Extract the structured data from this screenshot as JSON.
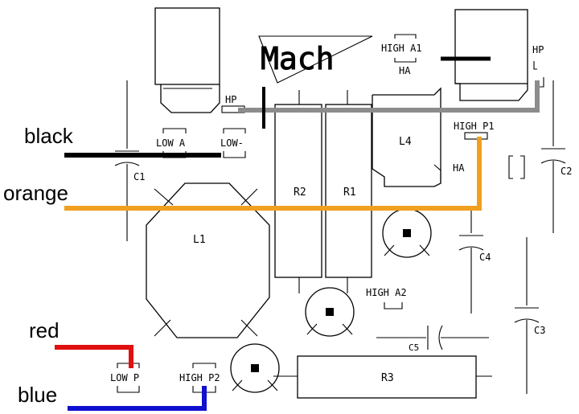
{
  "wires": {
    "black": "black",
    "orange": "orange",
    "red": "red",
    "blue": "blue"
  },
  "wire_colors": {
    "black": "#000000",
    "orange": "#f0a020",
    "red": "#e01010",
    "blue": "#1010d0",
    "gray": "#8c8c8c"
  },
  "components": {
    "L1": "L1",
    "L4": "L4",
    "R1": "R1",
    "R2": "R2",
    "R3": "R3",
    "C1": "C1",
    "C2": "C2",
    "C3": "C3",
    "C4": "C4",
    "C5": "C5"
  },
  "pads": {
    "high_a1": "HIGH A1",
    "ha_top": "HA",
    "hp_right": "HP",
    "hp_left": "HP",
    "high_p1": "HIGH P1",
    "ha_mid": "HA",
    "low_a": "LOW A",
    "low_minus": "LOW-",
    "high_a2": "HIGH A2",
    "low_p": "LOW P",
    "high_p2": "HIGH P2"
  },
  "logo": "Mach"
}
